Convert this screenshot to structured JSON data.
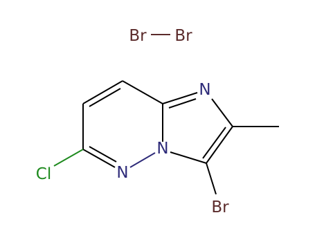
{
  "diagram": {
    "bromine_molecule": {
      "atom_left": "Br",
      "atom_right": "Br"
    },
    "atoms": {
      "imidazole_n": "N",
      "bridgehead_n": "N",
      "pyridazine_n": "N",
      "chloro": "Cl",
      "bromo": "Br"
    },
    "colors": {
      "bond": "#000000",
      "nitrogen": "#2e2b79",
      "bromine": "#5b2b2b",
      "chlorine": "#1e8a1e"
    }
  }
}
